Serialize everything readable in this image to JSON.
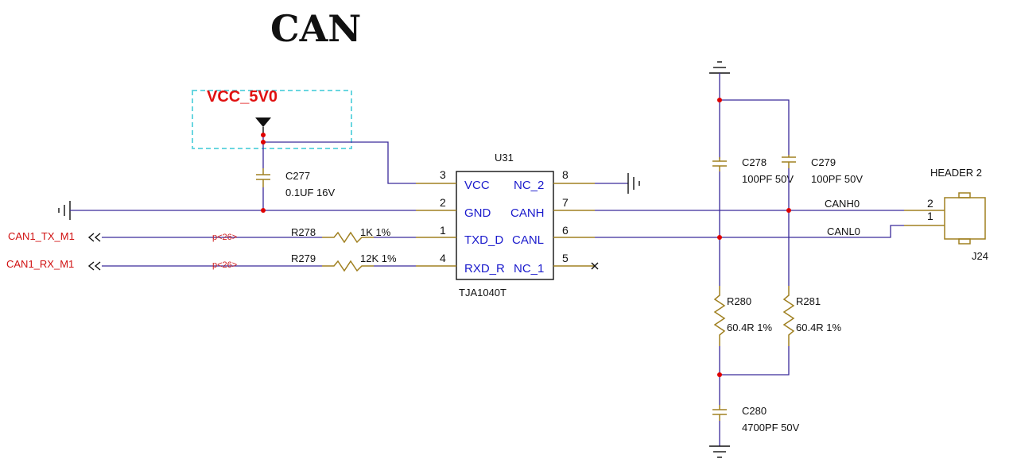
{
  "title": "CAN",
  "power": {
    "label": "VCC_5V0"
  },
  "ic": {
    "ref": "U31",
    "part": "TJA1040T",
    "left_pins": [
      {
        "num": "3",
        "name": "VCC"
      },
      {
        "num": "2",
        "name": "GND"
      },
      {
        "num": "1",
        "name": "TXD_D"
      },
      {
        "num": "4",
        "name": "RXD_R"
      }
    ],
    "right_pins": [
      {
        "num": "8",
        "name": "NC_2"
      },
      {
        "num": "7",
        "name": "CANH"
      },
      {
        "num": "6",
        "name": "CANL"
      },
      {
        "num": "5",
        "name": "NC_1"
      }
    ]
  },
  "components": {
    "c277": {
      "ref": "C277",
      "value": "0.1UF 16V"
    },
    "r278": {
      "ref": "R278",
      "value": "1K 1%"
    },
    "r279": {
      "ref": "R279",
      "value": "12K 1%"
    },
    "c278": {
      "ref": "C278",
      "value": "100PF 50V"
    },
    "c279": {
      "ref": "C279",
      "value": "100PF 50V"
    },
    "r280": {
      "ref": "R280",
      "value": "60.4R 1%"
    },
    "r281": {
      "ref": "R281",
      "value": "60.4R 1%"
    },
    "c280": {
      "ref": "C280",
      "value": "4700PF 50V"
    }
  },
  "ports": [
    {
      "name": "CAN1_TX_M1",
      "ref": "p<26>"
    },
    {
      "name": "CAN1_RX_M1",
      "ref": "p<26>"
    }
  ],
  "nets": {
    "canh": "CANH0",
    "canl": "CANL0"
  },
  "connector": {
    "type": "HEADER 2",
    "ref": "J24",
    "pin2": "2",
    "pin1": "1"
  },
  "colors": {
    "wire": "#3a2a9a",
    "junction": "#e00000",
    "pin_name": "#1a1acc",
    "power_label": "#e01010",
    "component": "#a08020",
    "power_box": "#6ad6e0"
  }
}
